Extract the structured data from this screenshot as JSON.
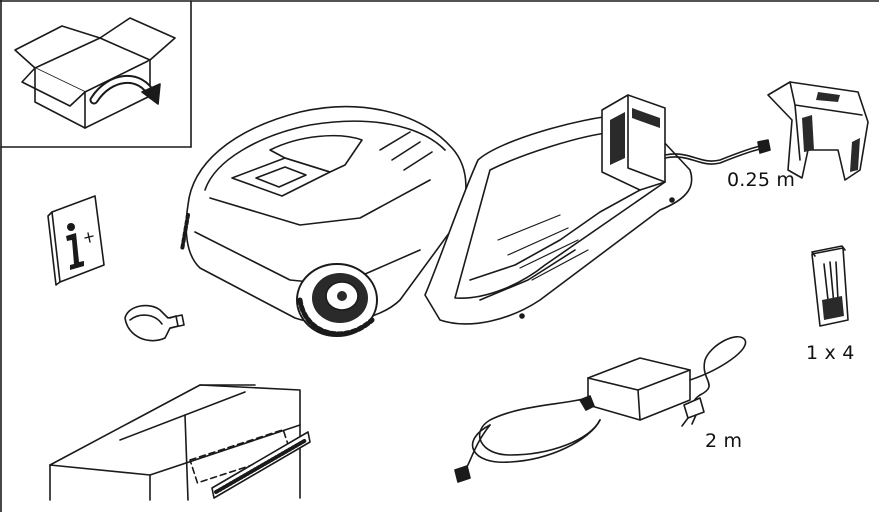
{
  "labels": {
    "cable_length": "0.25 m",
    "pegs_count": "1 x 4",
    "power_cable_length": "2 m"
  },
  "icons": {
    "manual": "info-plus-icon",
    "unpack": "open-box-arrow-icon"
  },
  "colors": {
    "line": "#1a1a1a",
    "background": "#ffffff",
    "fill_light": "#f2f2f2",
    "fill_dark": "#2a2a2a"
  }
}
